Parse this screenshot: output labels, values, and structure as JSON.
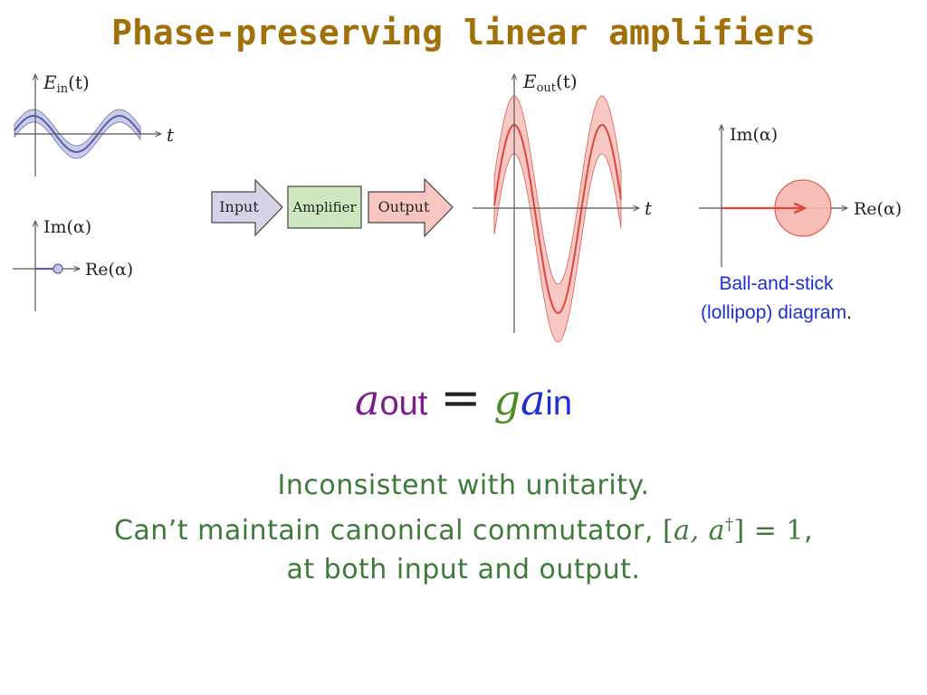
{
  "title": "Phase-preserving linear amplifiers",
  "colors": {
    "title": "#a0700a",
    "input_plot": "#5a5fa8",
    "input_band": "#c5c7e6",
    "output_plot": "#e0453b",
    "output_band": "#f6c4bf",
    "input_box": "#d6d3e8",
    "amp_box": "#cde8bf",
    "output_box": "#f7c6c0",
    "caption": "#1d2fd0",
    "a_out": "#7b1d8c",
    "g": "#4e8a26",
    "a_in": "#1d2fd0",
    "body_text": "#3e7a3a",
    "axis": "#555555"
  },
  "input_plot": {
    "ylabel_sym": "E",
    "ylabel_sub": "in",
    "ylabel_arg": "(t)",
    "xlabel": "t"
  },
  "input_phasor": {
    "ylabel": "Im(α)",
    "xlabel": "Re(α)"
  },
  "blocks": {
    "input": "Input",
    "amplifier": "Amplifier",
    "output": "Output"
  },
  "output_plot": {
    "ylabel_sym": "E",
    "ylabel_sub": "out",
    "ylabel_arg": "(t)",
    "xlabel": "t"
  },
  "output_phasor": {
    "ylabel": "Im(α)",
    "xlabel": "Re(α)"
  },
  "caption": {
    "line1": "Ball-and-stick",
    "line2": "(lollipop) diagram",
    "period": "."
  },
  "equation": {
    "a1": "a",
    "sub_out": "out",
    "equals": "=",
    "g": "g",
    "a2": "a",
    "sub_in": "in"
  },
  "text": {
    "line1": "Inconsistent with unitarity.",
    "line2_pre": "Can’t maintain canonical commutator, ",
    "comm_open": "[",
    "comm_a": "a, a",
    "comm_dagger": "†",
    "comm_close": "] = 1",
    "line2_post": ",",
    "line3": "at both input and output."
  }
}
